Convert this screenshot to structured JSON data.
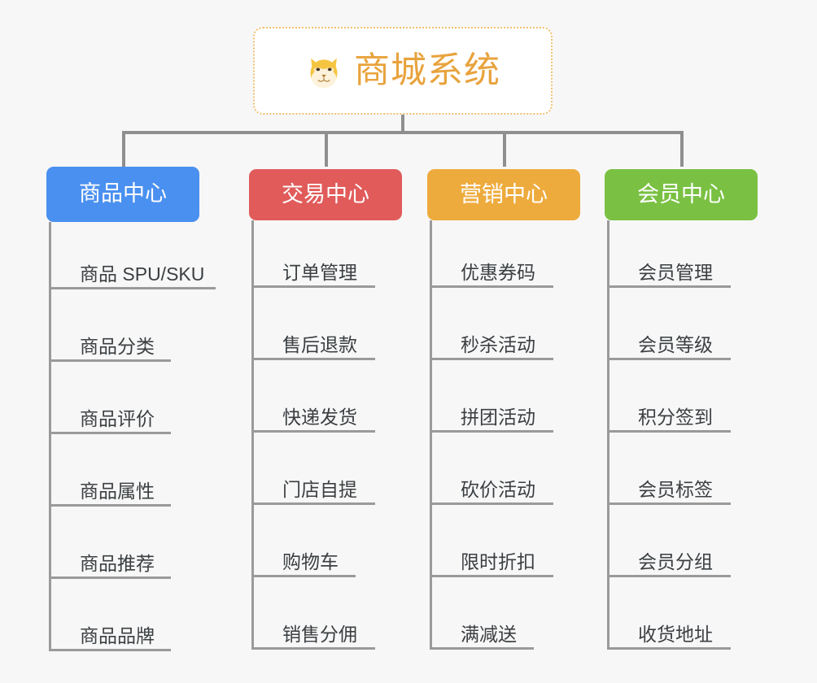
{
  "root": {
    "title": "商城系统",
    "icon": "shiba-dog-face-icon",
    "border_color": "#f0c070",
    "text_color": "#e8a33d"
  },
  "connector_color": "#8f8f8f",
  "background_color": "#f7f7f7",
  "columns": [
    {
      "name": "product-center",
      "title": "商品中心",
      "color": "#4a90f0",
      "items": [
        "商品 SPU/SKU",
        "商品分类",
        "商品评价",
        "商品属性",
        "商品推荐",
        "商品品牌"
      ]
    },
    {
      "name": "trade-center",
      "title": "交易中心",
      "color": "#e15b5b",
      "items": [
        "订单管理",
        "售后退款",
        "快递发货",
        "门店自提",
        "购物车",
        "销售分佣"
      ]
    },
    {
      "name": "marketing-center",
      "title": "营销中心",
      "color": "#eeab3d",
      "items": [
        "优惠券码",
        "秒杀活动",
        "拼团活动",
        "砍价活动",
        "限时折扣",
        "满减送"
      ]
    },
    {
      "name": "member-center",
      "title": "会员中心",
      "color": "#77c councils"
    }
  ]
}
